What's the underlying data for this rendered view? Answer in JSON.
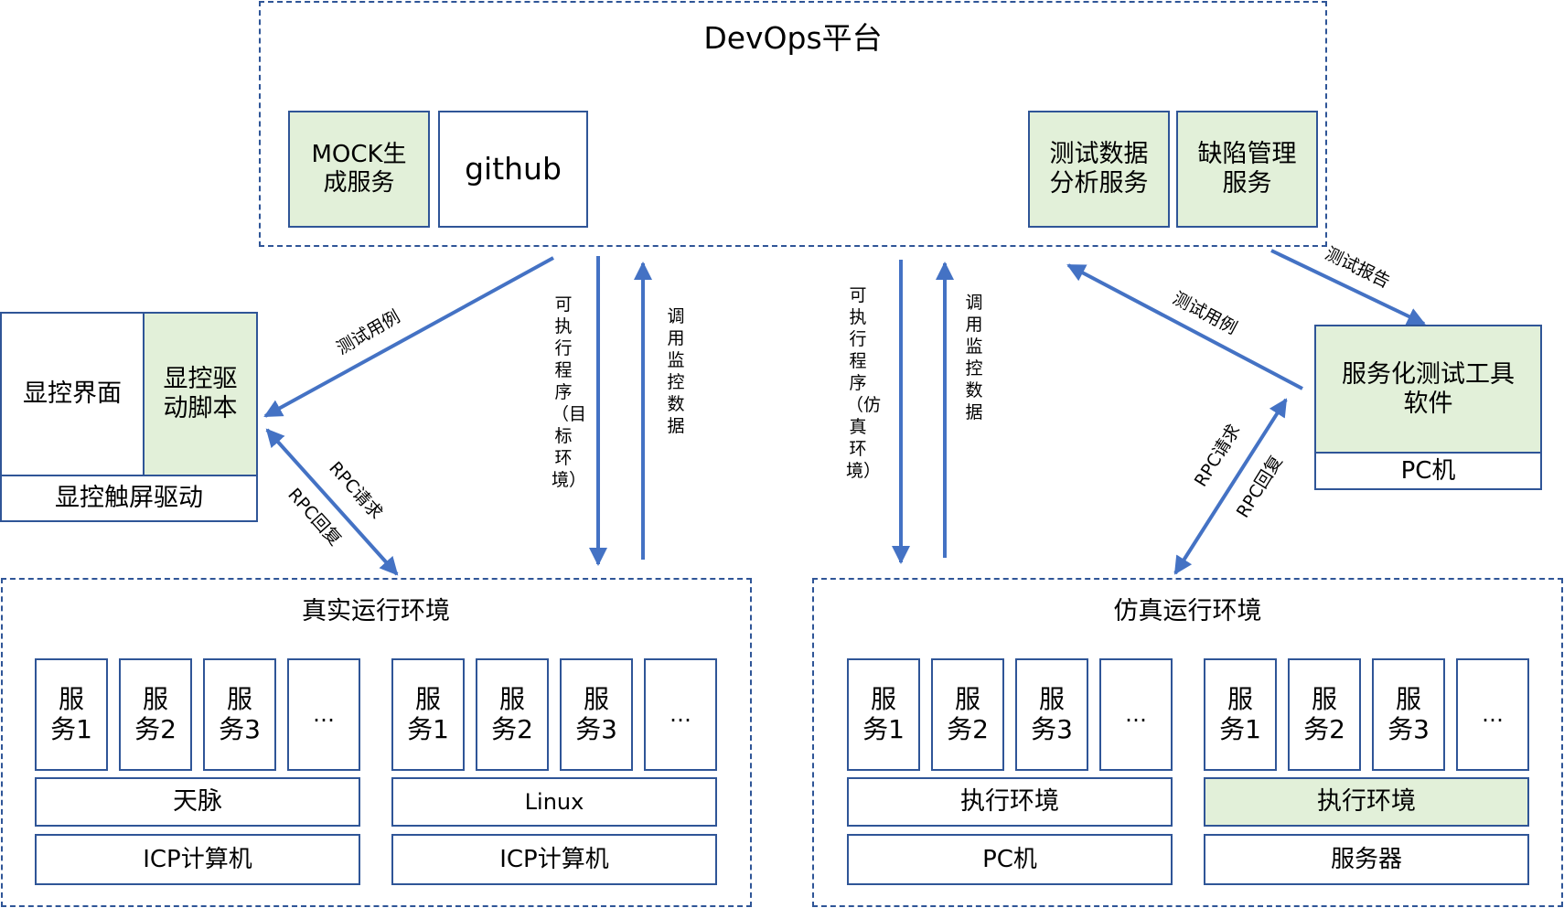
{
  "devops": {
    "title": "DevOps平台",
    "mock": "MOCK生成服务",
    "github": "github",
    "analysis": "测试数据分析服务",
    "defect": "缺陷管理服务"
  },
  "display": {
    "ui": "显控界面",
    "script": "显控驱动脚本",
    "driver": "显控触屏驱动"
  },
  "pc_tool": {
    "software": "服务化测试工具软件",
    "pc": "PC机"
  },
  "real_env": {
    "title": "真实运行环境",
    "groups": [
      {
        "services": [
          "服务1",
          "服务2",
          "服务3",
          "…"
        ],
        "platform": "天脉",
        "host": "ICP计算机"
      },
      {
        "services": [
          "服务1",
          "服务2",
          "服务3",
          "…"
        ],
        "platform": "Linux",
        "host": "ICP计算机"
      }
    ]
  },
  "sim_env": {
    "title": "仿真运行环境",
    "groups": [
      {
        "services": [
          "服务1",
          "服务2",
          "服务3",
          "…"
        ],
        "platform": "执行环境",
        "host": "PC机"
      },
      {
        "services": [
          "服务1",
          "服务2",
          "服务3",
          "…"
        ],
        "platform": "执行环境",
        "host": "服务器"
      }
    ]
  },
  "labels": {
    "test_case_left": "测试用例",
    "exe_target": "可执行程序（目标环境）",
    "monitor_left": "调用监控数据",
    "exe_sim": "可执行程序（仿真环境）",
    "monitor_right": "调用监控数据",
    "test_case_right": "测试用例",
    "test_report": "测试报告",
    "rpc_request_left": "RPC请求",
    "rpc_reply_left": "RPC回复",
    "rpc_request_right": "RPC请求",
    "rpc_reply_right": "RPC回复"
  },
  "colors": {
    "border": "#2f5597",
    "arrow": "#4472c4",
    "highlight": "#e2f0d9"
  }
}
